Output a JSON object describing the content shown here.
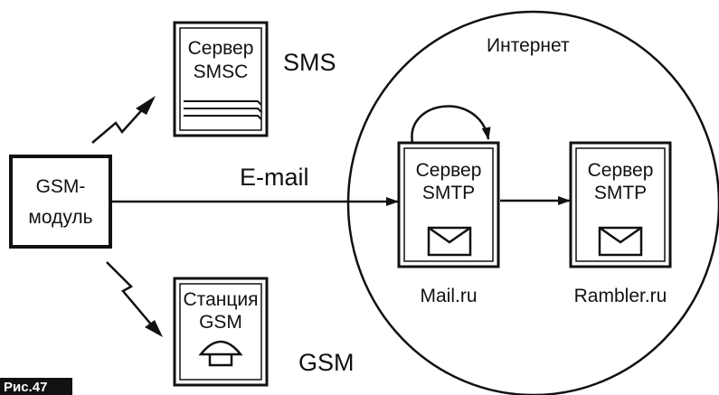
{
  "internet_label": "Интернет",
  "gsm_module": {
    "line1": "GSM-",
    "line2": "модуль"
  },
  "sms_server": {
    "line1": "Сервер",
    "line2": "SMSC",
    "side_label": "SMS"
  },
  "gsm_station": {
    "line1": "Станция",
    "line2": "GSM",
    "side_label": "GSM"
  },
  "email_label": "E-mail",
  "smtp_mailru": {
    "line1": "Сервер",
    "line2": "SMTP",
    "caption": "Mail.ru"
  },
  "smtp_rambler": {
    "line1": "Сервер",
    "line2": "SMTP",
    "caption": "Rambler.ru"
  },
  "figure_tag": "Рис.47",
  "colors": {
    "ink": "#111111",
    "paper": "#ffffff",
    "tag_bg": "#111111"
  },
  "icons": [
    "envelope-icon",
    "envelope-icon",
    "phone-dome-icon",
    "document-lines-icon",
    "lightning-icon"
  ]
}
